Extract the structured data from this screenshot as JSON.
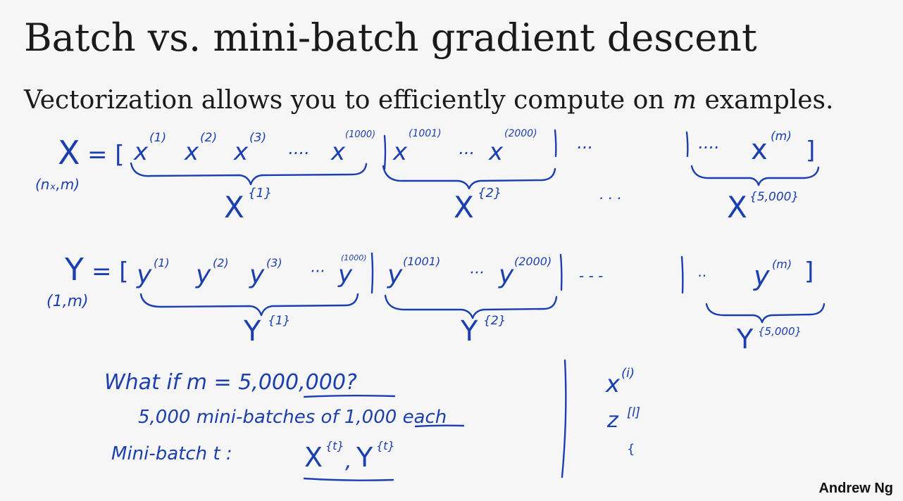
{
  "slide": {
    "title": "Batch vs. mini-batch gradient descent",
    "subtitle_prefix": "Vectorization allows you to efficiently compute on ",
    "subtitle_var": "m",
    "subtitle_suffix": " examples.",
    "author": "Andrew Ng"
  },
  "x_row": {
    "lhs": "X",
    "eq": "= [",
    "dims": "(nₓ,m)",
    "x1": "x",
    "x1_sup": "(1)",
    "x2": "x",
    "x2_sup": "(2)",
    "x3": "x",
    "x3_sup": "(3)",
    "dots1": "····",
    "x1000": "x",
    "x1000_sup": "(1000)",
    "x1001": "x",
    "x1001_sup": "(1001)",
    "dots2": "···",
    "x2000": "x",
    "x2000_sup": "(2000)",
    "dots3": "···",
    "dots4": "····",
    "xm": "x",
    "xm_sup": "(m)",
    "close": "]",
    "b1": "X",
    "b1_sup": "{1}",
    "b2": "X",
    "b2_sup": "{2}",
    "mid_dots": "· · ·",
    "b3": "X",
    "b3_sup": "{5,000}"
  },
  "y_row": {
    "lhs": "Y",
    "eq": "= [",
    "dims": "(1,m)",
    "y1": "y",
    "y1_sup": "(1)",
    "y2": "y",
    "y2_sup": "(2)",
    "y3": "y",
    "y3_sup": "(3)",
    "dots1": "···",
    "y1000": "y",
    "y1000_sup": "(1000)",
    "y1001": "y",
    "y1001_sup": "(1001)",
    "dots2": "···",
    "y2000": "y",
    "y2000_sup": "(2000)",
    "dots3": "- - -",
    "dots4": "··",
    "ym": "y",
    "ym_sup": "(m)",
    "close": "]",
    "b1": "Y",
    "b1_sup": "{1}",
    "b2": "Y",
    "b2_sup": "{2}",
    "b3": "Y",
    "b3_sup": "{5,000}"
  },
  "notes": {
    "line1": "What if  m = 5,000,000?",
    "line2": "5,000  mini-batches  of  1,000  each",
    "line3": "Mini-batch  t :",
    "xt": "X",
    "xt_sup": "{t}",
    "comma": ",",
    "yt": "Y",
    "yt_sup": "{t}"
  },
  "notation": {
    "x": "x",
    "x_sup": "(i)",
    "z": "z",
    "z_sup": "[l]",
    "brace": "{"
  }
}
